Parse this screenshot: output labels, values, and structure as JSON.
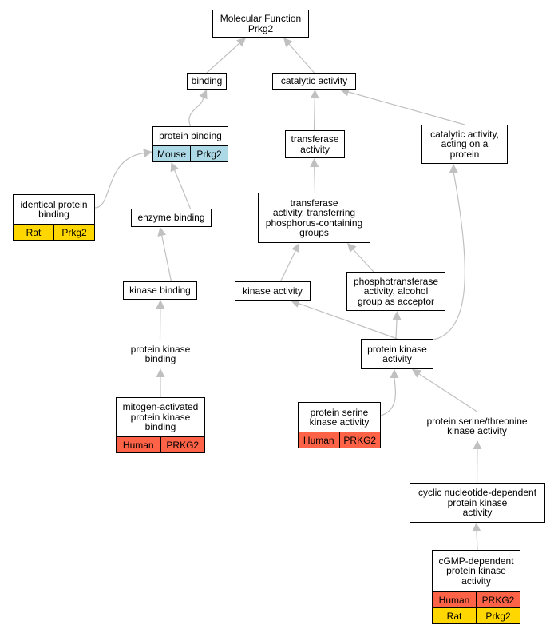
{
  "nodes": {
    "root": {
      "label": "Molecular Function\nPrkg2"
    },
    "binding": {
      "label": "binding"
    },
    "catalytic": {
      "label": "catalytic activity"
    },
    "protein_binding": {
      "label": "protein binding",
      "rows": [
        {
          "species": "Mouse",
          "gene": "Prkg2"
        }
      ]
    },
    "transferase": {
      "label": "transferase\nactivity"
    },
    "catalytic_protein": {
      "label": "catalytic activity,\nacting on a\nprotein"
    },
    "identical": {
      "label": "identical protein\nbinding",
      "rows": [
        {
          "species": "Rat",
          "gene": "Prkg2"
        }
      ]
    },
    "enzyme_binding": {
      "label": "enzyme binding"
    },
    "transferase_phos": {
      "label": "transferase\nactivity, transferring\nphosphorus-containing\ngroups"
    },
    "kinase_activity": {
      "label": "kinase activity"
    },
    "phosphotransferase": {
      "label": "phosphotransferase\nactivity, alcohol\ngroup as acceptor"
    },
    "kinase_binding": {
      "label": "kinase binding"
    },
    "protein_kinase_binding": {
      "label": "protein kinase\nbinding"
    },
    "protein_kinase_activity": {
      "label": "protein kinase\nactivity"
    },
    "mapk_binding": {
      "label": "mitogen-activated\nprotein kinase\nbinding",
      "rows": [
        {
          "species": "Human",
          "gene": "PRKG2"
        }
      ]
    },
    "serine_kinase": {
      "label": "protein serine\nkinase activity",
      "rows": [
        {
          "species": "Human",
          "gene": "PRKG2"
        }
      ]
    },
    "ser_thr_kinase": {
      "label": "protein serine/threonine\nkinase activity"
    },
    "cyclic_nuc": {
      "label": "cyclic nucleotide-dependent\nprotein kinase\nactivity"
    },
    "cgmp": {
      "label": "cGMP-dependent\nprotein kinase\nactivity",
      "rows": [
        {
          "species": "Human",
          "gene": "PRKG2"
        },
        {
          "species": "Rat",
          "gene": "Prkg2"
        }
      ]
    }
  },
  "edges": [
    [
      "binding",
      "root"
    ],
    [
      "catalytic",
      "root"
    ],
    [
      "protein_binding",
      "binding"
    ],
    [
      "transferase",
      "catalytic"
    ],
    [
      "catalytic_protein",
      "catalytic"
    ],
    [
      "identical",
      "protein_binding"
    ],
    [
      "enzyme_binding",
      "protein_binding"
    ],
    [
      "transferase_phos",
      "transferase"
    ],
    [
      "kinase_activity",
      "transferase_phos"
    ],
    [
      "phosphotransferase",
      "transferase_phos"
    ],
    [
      "kinase_binding",
      "enzyme_binding"
    ],
    [
      "protein_kinase_binding",
      "kinase_binding"
    ],
    [
      "protein_kinase_activity",
      "kinase_activity"
    ],
    [
      "protein_kinase_activity",
      "phosphotransferase"
    ],
    [
      "protein_kinase_activity",
      "catalytic_protein"
    ],
    [
      "mapk_binding",
      "protein_kinase_binding"
    ],
    [
      "serine_kinase",
      "protein_kinase_activity"
    ],
    [
      "ser_thr_kinase",
      "protein_kinase_activity"
    ],
    [
      "cyclic_nuc",
      "ser_thr_kinase"
    ],
    [
      "cgmp",
      "cyclic_nuc"
    ]
  ],
  "colors": {
    "edge": "#c0c0c0",
    "Human": "#ff6347",
    "Rat": "#ffd700",
    "Mouse": "#add8e6"
  }
}
